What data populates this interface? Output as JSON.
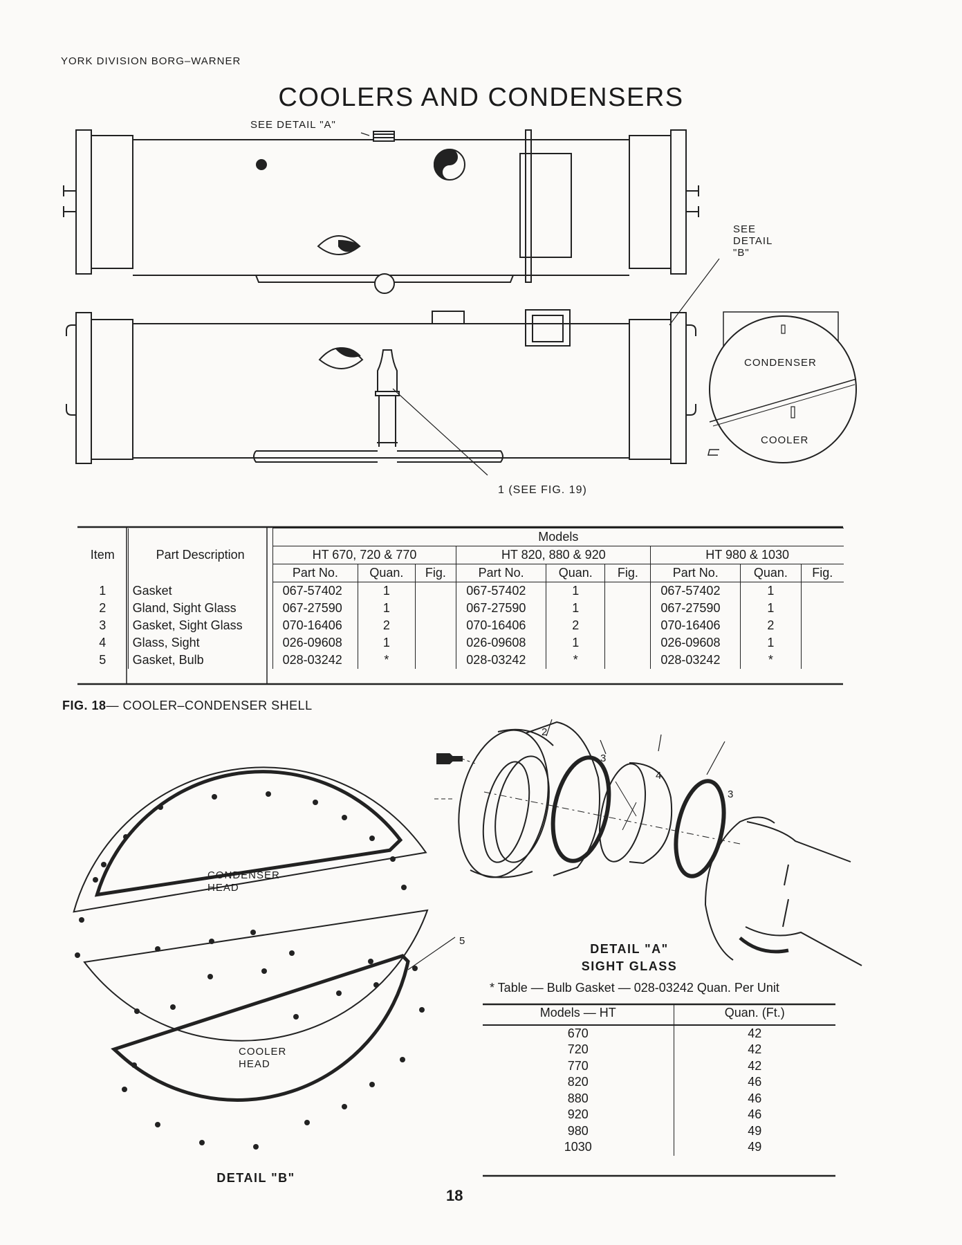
{
  "header": "YORK DIVISION  BORG–WARNER",
  "title": "COOLERS AND CONDENSERS",
  "callouts": {
    "see_detail_a": "SEE DETAIL \"A\"",
    "see_detail_b": [
      "SEE",
      "DETAIL",
      "\"B\""
    ],
    "condenser": "CONDENSER",
    "cooler": "COOLER",
    "item1_ref": "1 (SEE FIG. 19)"
  },
  "parts_table": {
    "models_header": "Models",
    "col_item": "Item",
    "col_desc": "Part Description",
    "groups": [
      "HT 670, 720 & 770",
      "HT 820, 880 & 920",
      "HT 980 & 1030"
    ],
    "subcols": [
      "Part No.",
      "Quan.",
      "Fig."
    ],
    "rows": [
      {
        "item": "1",
        "desc": "Gasket",
        "g1": [
          "067-57402",
          "1",
          ""
        ],
        "g2": [
          "067-57402",
          "1",
          ""
        ],
        "g3": [
          "067-57402",
          "1",
          ""
        ]
      },
      {
        "item": "2",
        "desc": "Gland, Sight Glass",
        "g1": [
          "067-27590",
          "1",
          ""
        ],
        "g2": [
          "067-27590",
          "1",
          ""
        ],
        "g3": [
          "067-27590",
          "1",
          ""
        ]
      },
      {
        "item": "3",
        "desc": "Gasket, Sight Glass",
        "g1": [
          "070-16406",
          "2",
          ""
        ],
        "g2": [
          "070-16406",
          "2",
          ""
        ],
        "g3": [
          "070-16406",
          "2",
          ""
        ]
      },
      {
        "item": "4",
        "desc": "Glass, Sight",
        "g1": [
          "026-09608",
          "1",
          ""
        ],
        "g2": [
          "026-09608",
          "1",
          ""
        ],
        "g3": [
          "026-09608",
          "1",
          ""
        ]
      },
      {
        "item": "5",
        "desc": "Gasket, Bulb",
        "g1": [
          "028-03242",
          "*",
          ""
        ],
        "g2": [
          "028-03242",
          "*",
          ""
        ],
        "g3": [
          "028-03242",
          "*",
          ""
        ]
      }
    ]
  },
  "fig18": {
    "bold": "FIG. 18",
    "rest": "— COOLER–CONDENSER SHELL"
  },
  "detail_b": {
    "condenser_head": [
      "CONDENSER",
      "HEAD"
    ],
    "cooler_head": [
      "COOLER",
      "HEAD"
    ],
    "caption": "DETAIL \"B\"",
    "callout5": "5"
  },
  "detail_a": {
    "callouts": [
      "2",
      "3",
      "4",
      "3"
    ],
    "caption": "DETAIL \"A\"",
    "subcaption": "SIGHT GLASS"
  },
  "bulb_note": "* Table — Bulb Gasket — 028-03242 Quan. Per Unit",
  "bulb_table": {
    "headers": [
      "Models — HT",
      "Quan. (Ft.)"
    ],
    "rows": [
      [
        "670",
        "42"
      ],
      [
        "720",
        "42"
      ],
      [
        "770",
        "42"
      ],
      [
        "820",
        "46"
      ],
      [
        "880",
        "46"
      ],
      [
        "920",
        "46"
      ],
      [
        "980",
        "49"
      ],
      [
        "1030",
        "49"
      ]
    ]
  },
  "page_number": "18"
}
